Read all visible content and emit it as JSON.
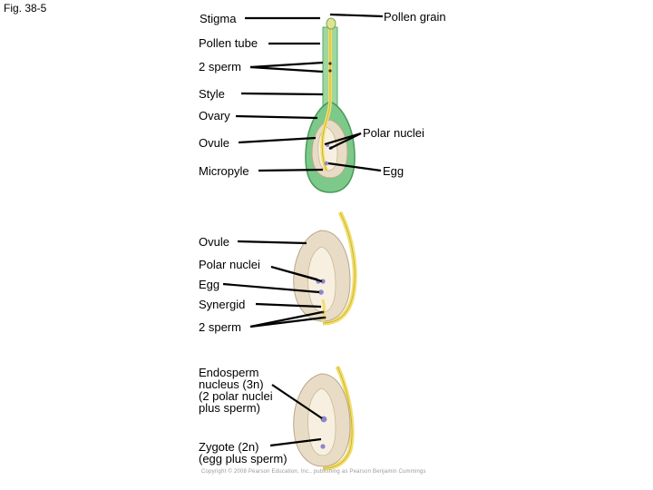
{
  "figure_label": "Fig. 38-5",
  "panel_top": {
    "labels": {
      "stigma": "Stigma",
      "pollen_grain": "Pollen grain",
      "pollen_tube": "Pollen tube",
      "two_sperm": "2 sperm",
      "style": "Style",
      "ovary": "Ovary",
      "ovule": "Ovule",
      "polar_nuclei": "Polar nuclei",
      "micropyle": "Micropyle",
      "egg": "Egg"
    }
  },
  "panel_middle": {
    "labels": {
      "ovule": "Ovule",
      "polar_nuclei": "Polar nuclei",
      "egg": "Egg",
      "synergid": "Synergid",
      "two_sperm": "2 sperm"
    }
  },
  "panel_bottom": {
    "labels": {
      "endosperm": "Endosperm\nnucleus (3n)\n(2 polar nuclei\nplus sperm)",
      "zygote": "Zygote (2n)\n(egg plus sperm)"
    }
  },
  "copyright": "Copyright © 2008 Pearson Education, Inc., publishing as Pearson Benjamin Cummings",
  "colors": {
    "ovary_green": "#7cc98a",
    "ovary_outline": "#4a9a5a",
    "pollen_tube_yellow": "#f2df6e",
    "ovule_tan": "#e9dcc6",
    "sac_cream": "#f7f0e0",
    "nucleus_purple": "#8c86c8",
    "leader_line": "#000000"
  }
}
